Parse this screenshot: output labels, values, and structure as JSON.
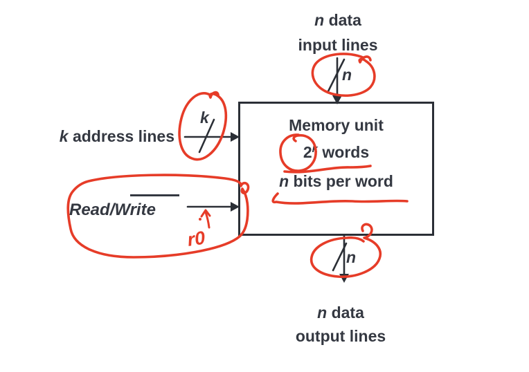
{
  "colors": {
    "background": "#ffffff",
    "text": "#343841",
    "line": "#2b2f36",
    "annotation": "#e63c28"
  },
  "top_label": {
    "line1_var": "n",
    "line1_rest": " data",
    "line2": "input lines"
  },
  "top_bus_label": "n",
  "address_label": {
    "var": "k",
    "rest": " address lines"
  },
  "address_bus_label": "k",
  "memory_box": {
    "title": "Memory unit",
    "words_base": "2",
    "words_exp": "k",
    "words_rest": " words",
    "bits_var": "n",
    "bits_rest": " bits per word"
  },
  "control_label": {
    "read": "Read",
    "separator": "/",
    "write": "Write"
  },
  "output_bus_label": "n",
  "bottom_label": {
    "line1_var": "n",
    "line1_rest": " data",
    "line2": "output lines"
  },
  "handwriting": {
    "scribble": "r0"
  }
}
